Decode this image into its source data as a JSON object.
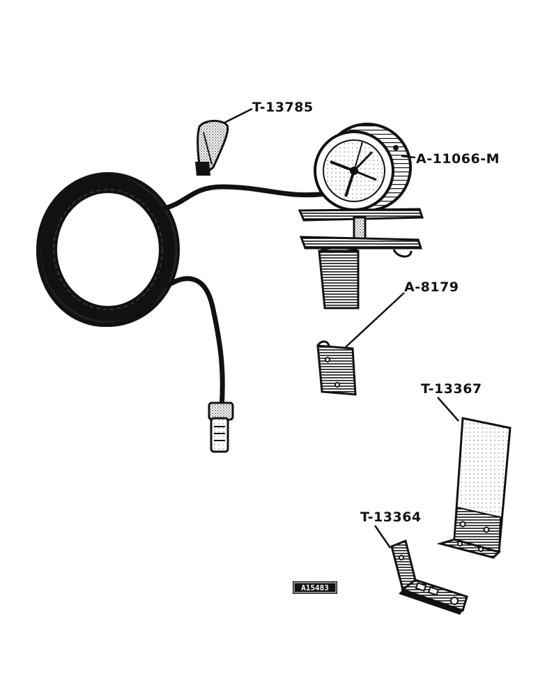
{
  "figure": {
    "id_label": "A15483",
    "ink_color": "#111111",
    "paper_color": "#ffffff"
  },
  "callouts": [
    {
      "id": "clip",
      "label": "T-13785"
    },
    {
      "id": "lamp",
      "label": "A-11066-M"
    },
    {
      "id": "bracket-small",
      "label": "A-8179"
    },
    {
      "id": "bracket-tall",
      "label": "T-13367"
    },
    {
      "id": "bracket-angle",
      "label": "T-13364"
    }
  ]
}
